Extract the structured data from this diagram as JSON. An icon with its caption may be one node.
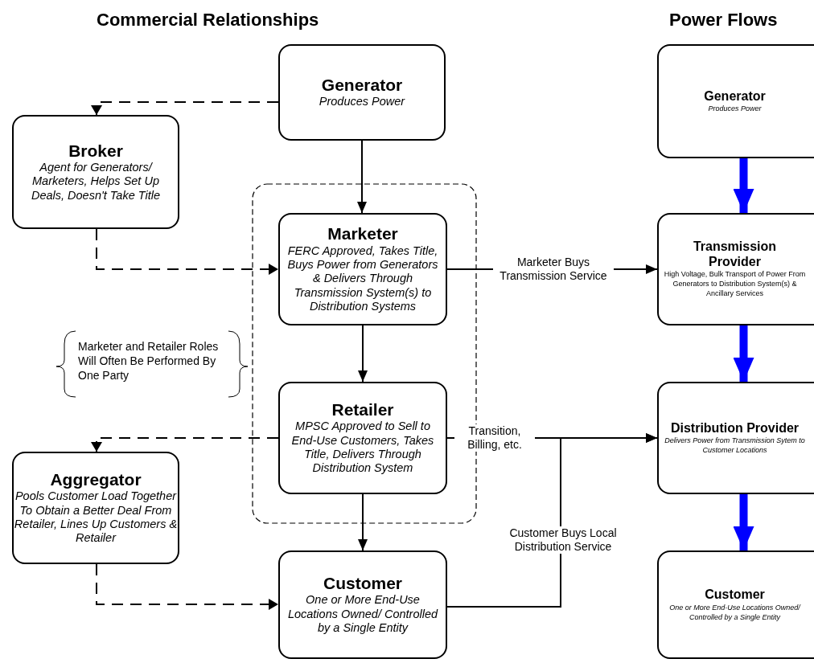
{
  "diagram": {
    "nodes": [
      {
        "text": [
          "Generator",
          "Produces Power"
        ]
      },
      {
        "text": [
          "Broker",
          "Agent for Generators/ Marketers, Helps Set Up Deals, Doesn't Take Title"
        ]
      },
      {
        "text": [],
        "shape": "box"
      },
      {
        "text": [
          "Marketer",
          "FERC Approved, Takes Title, Buys Power from Generators & Delivers Through Transmission System(s) to Distribution Systems"
        ],
        "in": 2
      },
      {
        "text": [
          "Retailer",
          "MPSC Approved to Sell to End-Use Customers, Takes Title, Delivers Through Distribution System"
        ],
        "in": 2
      },
      {
        "text": [
          "Aggregator",
          "Pools Customer Load Together To Obtain a Better Deal From Retailer, Lines Up Customers & Retailer"
        ]
      },
      {
        "text": [
          "Customer",
          "One or More End-Use Locations Owned/ Controlled by a Single Entity"
        ]
      },
      {
        "text": [
          "Generator",
          "Produces Power"
        ]
      },
      {
        "text": [
          "Transmission Provider",
          "High Voltage, Bulk Transport of Power From Generators to Distribution System(s) & Ancillary Services"
        ]
      },
      {
        "text": [
          "Distribution Provider",
          "Delivers Power from Transmission Sytem to Customer Locations"
        ]
      },
      {
        "text": [
          "Customer",
          "One or More End-Use Locations Owned/ Controlled by a Single Entity"
        ]
      }
    ],
    "edges": [
      {
        "from": 0,
        "to": 1,
        "arrow": "to",
        "style": "dashed"
      },
      {
        "from": 1,
        "to": 3,
        "arrow": "to",
        "style": "dashed"
      },
      {
        "from": 0,
        "to": 3,
        "arrow": "to"
      },
      {
        "from": 3,
        "to": 4,
        "arrow": "to"
      },
      {
        "from": 4,
        "to": 6,
        "arrow": "to"
      },
      {
        "from": 3,
        "to": 8,
        "arrow": "to",
        "label": "Marketer Buys Transmission Service"
      },
      {
        "from": 4,
        "to": 9,
        "arrow": "to",
        "label": "Transition, Billing, etc."
      },
      {
        "from": 6,
        "to": 9,
        "arrow": "to",
        "label": "Customer Buys Local Distribution Service"
      },
      {
        "from": 4,
        "to": 5,
        "arrow": "to",
        "style": "dashed"
      },
      {
        "from": 5,
        "to": 6,
        "arrow": "to",
        "style": "dashed"
      },
      {
        "from": 7,
        "to": 8,
        "arrow": "to",
        "style": "thick",
        "color": "#0000ff"
      },
      {
        "from": 8,
        "to": 9,
        "arrow": "to",
        "style": "thick",
        "color": "#0000ff"
      },
      {
        "from": 9,
        "to": 10,
        "arrow": "to",
        "style": "thick",
        "color": "#0000ff"
      }
    ],
    "labels": [
      "Commercial Relationships",
      "Power Flows",
      "Marketer and Retailer Roles Will Often Be Performed By One Party"
    ]
  }
}
